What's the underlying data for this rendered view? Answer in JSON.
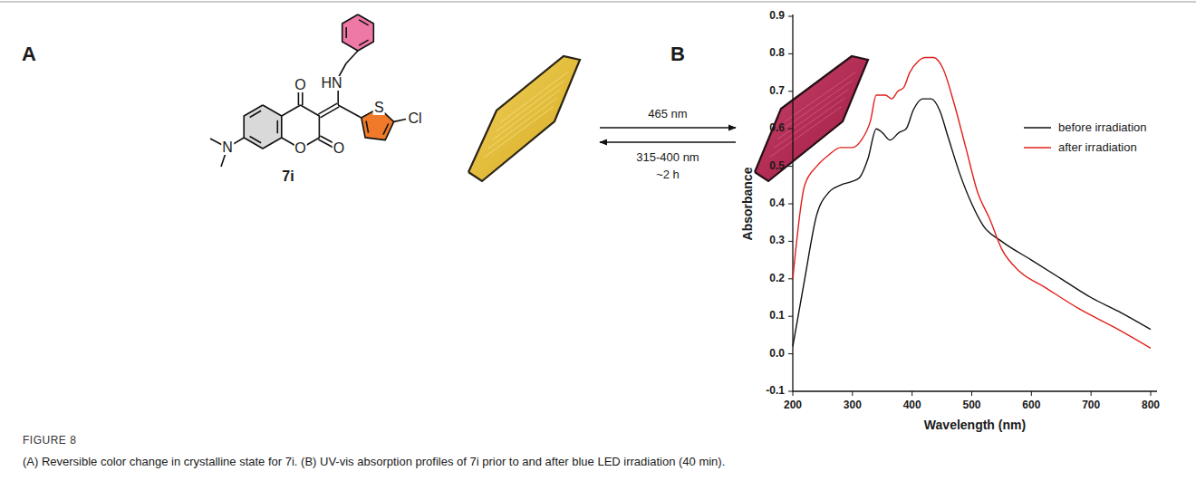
{
  "diagram": {
    "title": "FIGURE 8",
    "caption": "(A) Reversible color change in crystalline state for 7i. (B) UV-vis absorption profiles of 7i prior to and after blue LED irradiation (40 min).",
    "labels": [
      "A",
      "O",
      "HN",
      "N",
      "O",
      "O",
      "S",
      "Cl",
      "7i",
      "465 nm",
      "315-400 nm",
      "~2 h",
      "B",
      "0.9",
      "0.8",
      "0.7",
      "0.6",
      "0.5",
      "0.4",
      "0.3",
      "0.2",
      "0.1",
      "0.0",
      "-0.1",
      "200",
      "300",
      "400",
      "500",
      "600",
      "700",
      "800",
      "Absorbance",
      "Wavelength (nm)"
    ],
    "legend": [
      {
        "text": "before irradiation"
      },
      {
        "text": "after irradiation"
      }
    ]
  }
}
